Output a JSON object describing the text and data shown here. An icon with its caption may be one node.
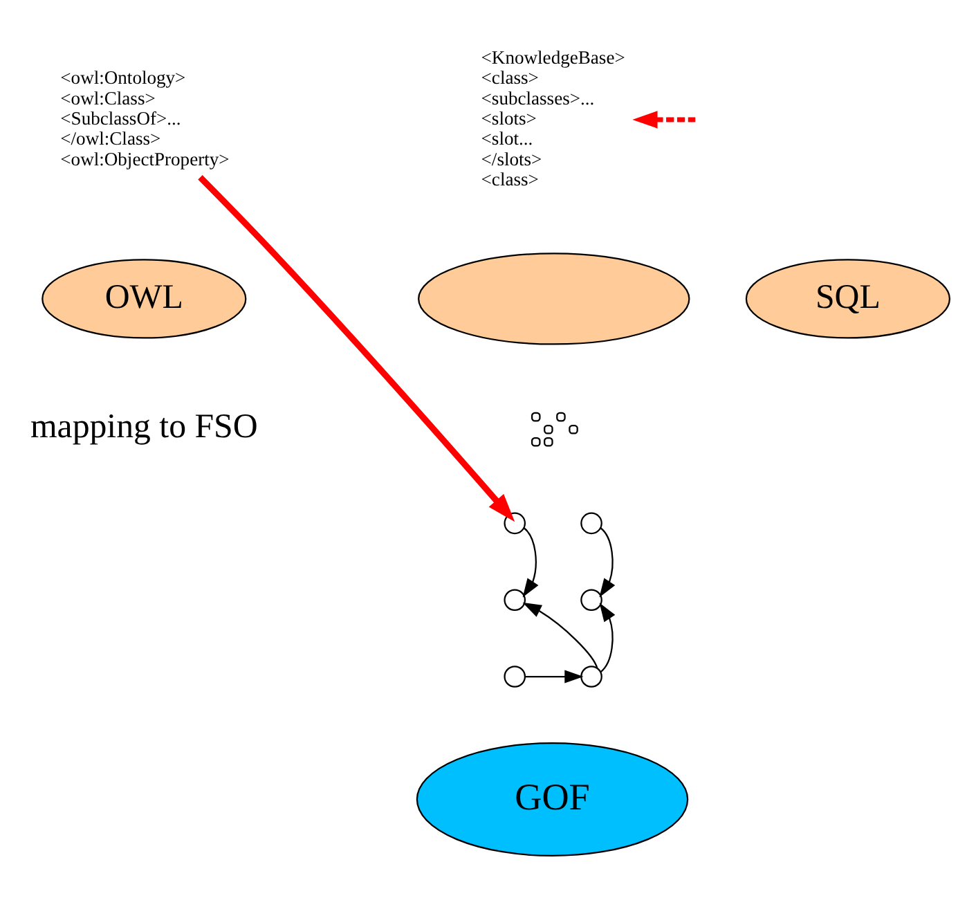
{
  "diagram": {
    "nodes": [
      {
        "text": [
          "<owl:Ontology>",
          "<owl:Class>",
          "<SubclassOf>...",
          "</owl:Class>",
          "<owl:ObjectProperty>"
        ]
      },
      {
        "text": [
          "<KnowledgeBase>",
          "<class>",
          "<subclasses>...",
          "<slots>",
          "<slot...",
          "</slots>",
          "<class>"
        ]
      },
      {
        "text": [
          "OWL"
        ]
      },
      {
        "text": [],
        "shape": "ellipse"
      },
      {
        "text": [
          "SQL"
        ]
      },
      {
        "text": [],
        "shape": "picture"
      },
      {
        "text": [],
        "shape": "circle"
      },
      {
        "text": [],
        "shape": "circle"
      },
      {
        "text": [],
        "shape": "circle"
      },
      {
        "text": [],
        "shape": "circle"
      },
      {
        "text": [],
        "shape": "circle"
      },
      {
        "text": [],
        "shape": "circle"
      },
      {
        "text": [
          "GOF"
        ]
      }
    ],
    "edges": [
      {
        "from": 7,
        "to": 9,
        "arrow": "to"
      },
      {
        "from": 10,
        "to": 11,
        "arrow": "to"
      },
      {
        "from": 6,
        "to": 8,
        "arrow": "to"
      },
      {
        "from": 8,
        "to": 9,
        "arrow": "to"
      },
      {
        "from": 8,
        "to": 11,
        "arrow": "to"
      },
      {
        "from": 0,
        "to": 7,
        "arrow": "to",
        "style": "thick",
        "color": "#ff0000"
      },
      {
        "from": null,
        "to": 1,
        "arrow": "to",
        "style": "dashed",
        "color": "#ff0000"
      }
    ],
    "labels": [
      "mapping to FSO"
    ]
  }
}
